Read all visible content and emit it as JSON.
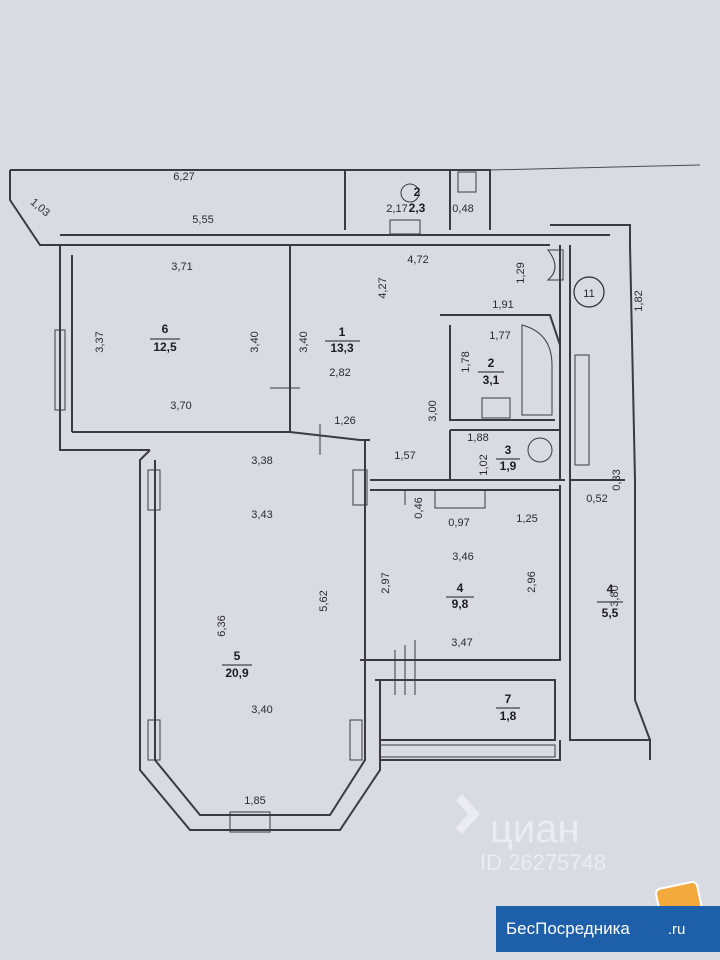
{
  "rooms": [
    {
      "id": "r1",
      "number": "1",
      "area": "13,3"
    },
    {
      "id": "r2a",
      "number": "2",
      "area": "2,3"
    },
    {
      "id": "r2b",
      "number": "2",
      "area": "3,1"
    },
    {
      "id": "r3",
      "number": "3",
      "area": "1,9"
    },
    {
      "id": "r4",
      "number": "4",
      "area": "9,8"
    },
    {
      "id": "r4b",
      "number": "4",
      "area": "5,5"
    },
    {
      "id": "r5",
      "number": "5",
      "area": "20,9"
    },
    {
      "id": "r6",
      "number": "6",
      "area": "12,5"
    },
    {
      "id": "r7",
      "number": "7",
      "area": "1,8"
    }
  ],
  "marker_label": "11",
  "dimensions": [
    "6,27",
    "1,03",
    "5,55",
    "2,17",
    "0,48",
    "3,71",
    "4,72",
    "1,29",
    "1,82",
    "3,37",
    "3,40",
    "3,40",
    "4,27",
    "1,91",
    "1,77",
    "1,78",
    "2,82",
    "3,70",
    "3,00",
    "1,88",
    "1,26",
    "1,57",
    "1,02",
    "0,33",
    "0,52",
    "3,38",
    "0,46",
    "0,97",
    "1,25",
    "3,43",
    "3,46",
    "2,97",
    "2,96",
    "5,62",
    "6,36",
    "3,80",
    "3,47",
    "3,40",
    "1,85"
  ],
  "watermark": {
    "brand": "циан",
    "id": "ID 26275748"
  },
  "badge": {
    "text": "БесПосредника",
    "tail": ".ru"
  }
}
